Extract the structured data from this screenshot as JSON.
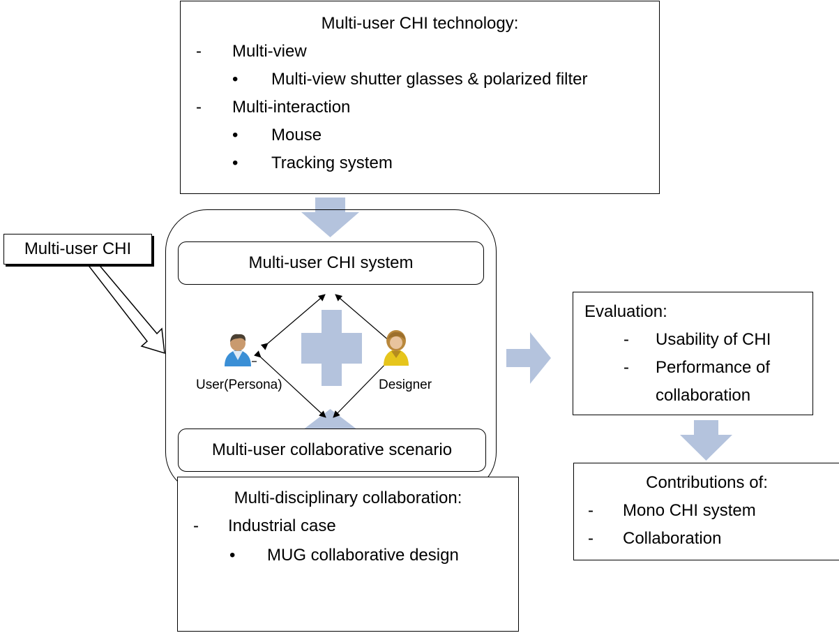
{
  "colors": {
    "arrow_fill": "#b4c3dd",
    "border": "#000000",
    "plus": "#b4c3dd"
  },
  "tech_box": {
    "title": "Multi-user CHI technology:",
    "items": [
      {
        "marker": "-",
        "text": "Multi-view"
      },
      {
        "marker": "•",
        "text": "Multi-view shutter glasses & polarized filter"
      },
      {
        "marker": "-",
        "text": "Multi-interaction"
      },
      {
        "marker": "•",
        "text": "Mouse"
      },
      {
        "marker": "•",
        "text": "Tracking system"
      }
    ]
  },
  "side_label": "Multi-user CHI",
  "system_box": "Multi-user CHI system",
  "scenario_box": "Multi-user collaborative scenario",
  "user_label": "User(Persona)",
  "designer_label": "Designer",
  "icons": {
    "user": "user-person-icon",
    "designer": "designer-person-icon",
    "plus": "plus-icon"
  },
  "evaluation_box": {
    "title": "Evaluation:",
    "items": [
      {
        "marker": "-",
        "text": "Usability of CHI"
      },
      {
        "marker": "-",
        "text": "Performance of"
      },
      {
        "marker": "",
        "text": "collaboration"
      }
    ]
  },
  "contributions_box": {
    "title": "Contributions of:",
    "items": [
      {
        "marker": "-",
        "text": "Mono CHI system"
      },
      {
        "marker": "-",
        "text": "Collaboration"
      }
    ]
  },
  "collab_box": {
    "title": "Multi-disciplinary collaboration:",
    "items": [
      {
        "marker": "-",
        "text": "Industrial case"
      },
      {
        "marker": "•",
        "text": "MUG collaborative design"
      }
    ]
  }
}
